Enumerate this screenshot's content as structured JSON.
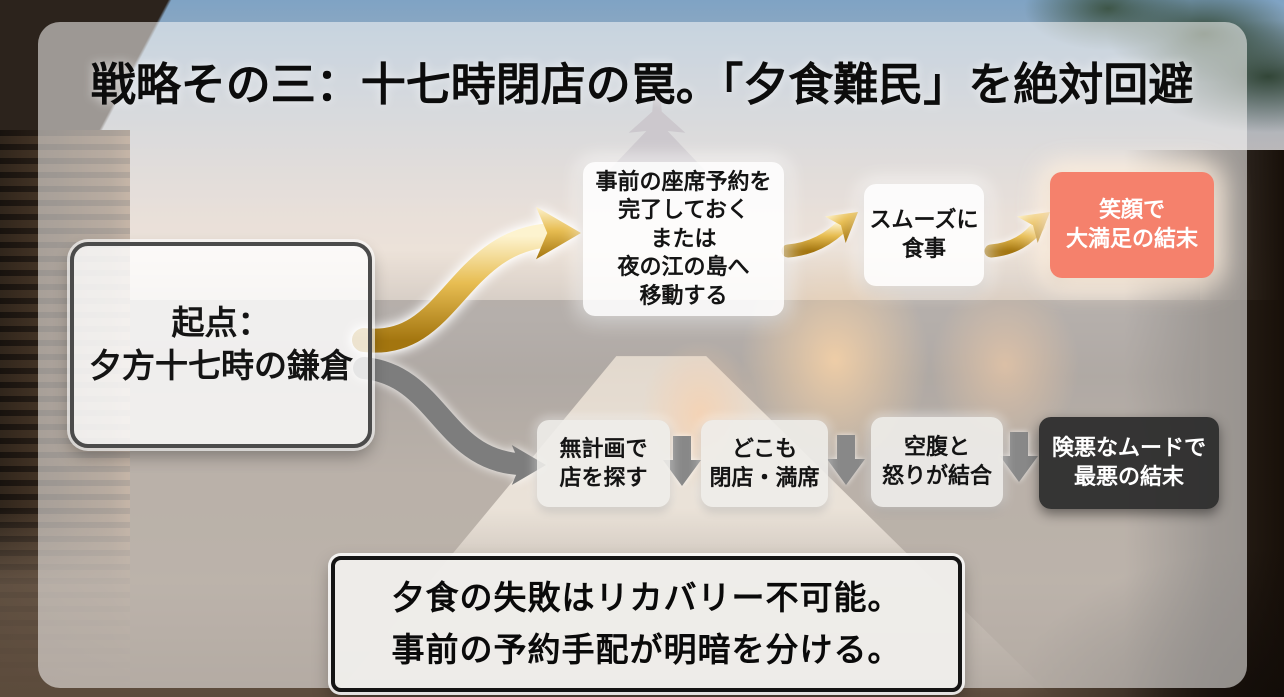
{
  "slide_title": "戦略その三：十七時閉店の罠。「夕食難民」を絶対回避",
  "flow": {
    "start": {
      "lines": [
        "起点：",
        "夕方十七時の鎌倉"
      ]
    },
    "good_path": {
      "plan": {
        "lines": [
          "事前の座席予約を",
          "完了しておく",
          "または",
          "夜の江の島へ",
          "移動する"
        ]
      },
      "smooth_meal": {
        "lines": [
          "スムーズに",
          "食事"
        ]
      },
      "happy_end": {
        "lines": [
          "笑顔で",
          "大満足の結末"
        ]
      }
    },
    "bad_path": {
      "no_plan": {
        "lines": [
          "無計画で",
          "店を探す"
        ]
      },
      "all_closed": {
        "lines": [
          "どこも",
          "閉店・満席"
        ]
      },
      "hunger_anger": {
        "lines": [
          "空腹と",
          "怒りが結合"
        ]
      },
      "worst_end": {
        "lines": [
          "険悪なムードで",
          "最悪の結末"
        ]
      }
    }
  },
  "conclusion": {
    "lines": [
      "夕食の失敗はリカバリー不可能。",
      "事前の予約手配が明暗を分ける。"
    ]
  },
  "colors": {
    "happy_box": "#f5816c",
    "worst_box": "#2b2b2bED",
    "gold_arrow": "#c99a2e",
    "gray_arrow": "#7d7d7d",
    "step_arrow": "#888888"
  },
  "icons": {
    "good_route_arrow": "gold-swoosh-arrow",
    "bad_route_arrow": "gray-s-curve-arrow",
    "step_arrow": "down-arrow"
  }
}
